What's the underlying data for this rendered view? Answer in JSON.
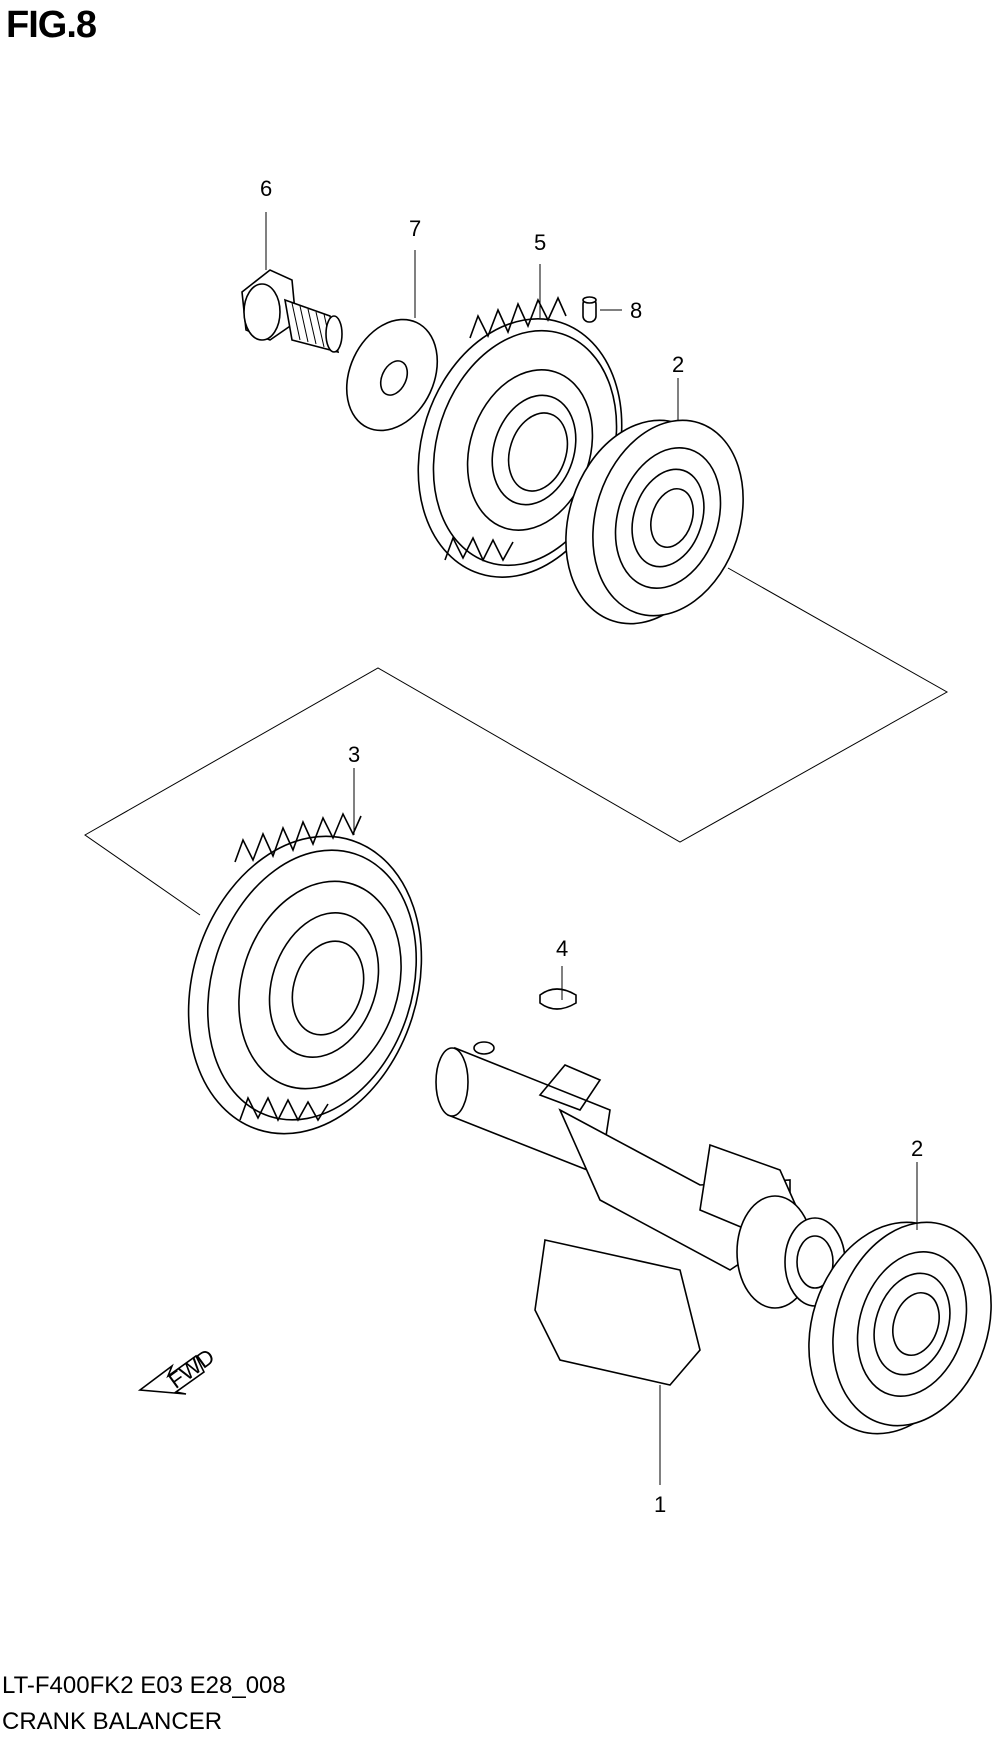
{
  "figure": {
    "title": "FIG.8"
  },
  "callouts": {
    "c1": "1",
    "c2a": "2",
    "c2b": "2",
    "c3": "3",
    "c4": "4",
    "c5": "5",
    "c6": "6",
    "c7": "7",
    "c8": "8"
  },
  "fwd_arrow": {
    "label": "FWD"
  },
  "footer": {
    "code": "LT-F400FK2 E03 E28_008",
    "name": "CRANK BALANCER"
  }
}
